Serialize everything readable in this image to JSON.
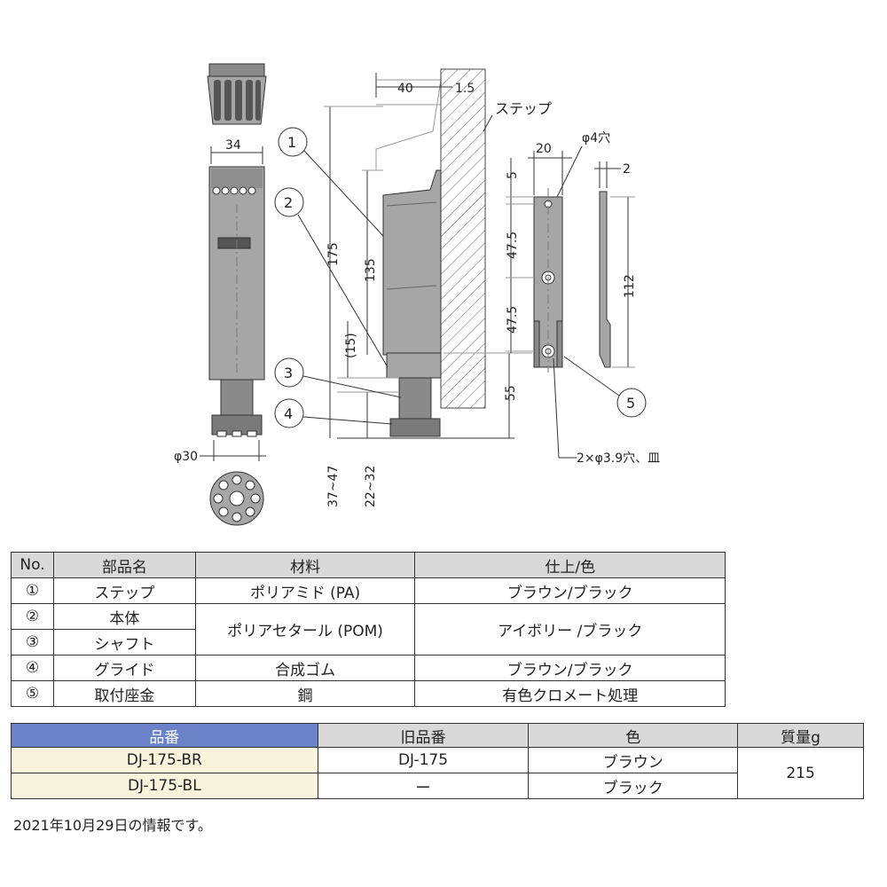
{
  "drawing": {
    "dims": {
      "d40": "40",
      "d1_5": "1.5",
      "d34": "34",
      "d20": "20",
      "d2": "2",
      "d5": "5",
      "d47a": "47.5",
      "d47b": "47.5",
      "d55": "55",
      "d112": "112",
      "d175": "175",
      "d135": "135",
      "d15": "(15)",
      "d37_47": "37~47",
      "d22_32": "22~32",
      "phi30": "φ30",
      "phi4": "φ4穴",
      "phi39": "2×φ3.9穴、皿"
    },
    "labels": {
      "step": "ステップ",
      "callouts": [
        "1",
        "2",
        "3",
        "4",
        "5"
      ]
    }
  },
  "parts_table": {
    "headers": [
      "No.",
      "部品名",
      "材料",
      "仕上/色"
    ],
    "rows": [
      {
        "no": "①",
        "name": "ステップ",
        "material": "ポリアミド (PA)",
        "finish": "ブラウン/ブラック"
      },
      {
        "no": "②",
        "name": "本体",
        "material": "ポリアセタール (POM)",
        "finish": "アイボリー /ブラック"
      },
      {
        "no": "③",
        "name": "シャフト"
      },
      {
        "no": "④",
        "name": "グライド",
        "material": "合成ゴム",
        "finish": "ブラウン/ブラック"
      },
      {
        "no": "⑤",
        "name": "取付座金",
        "material": "鋼",
        "finish": "有色クロメート処理"
      }
    ]
  },
  "product_table": {
    "headers": [
      "品番",
      "旧品番",
      "色",
      "質量g"
    ],
    "rows": [
      {
        "id": "DJ-175-BR",
        "old": "DJ-175",
        "color": "ブラウン"
      },
      {
        "id": "DJ-175-BL",
        "old": "ー",
        "color": "ブラック"
      }
    ],
    "mass": "215"
  },
  "footnote": "2021年10月29日の情報です。",
  "colors": {
    "part_fill": "#a6a6a6",
    "part_dark": "#6e6e6e",
    "highlight": "#6b82c9",
    "id_cell": "#f8f4dc"
  }
}
